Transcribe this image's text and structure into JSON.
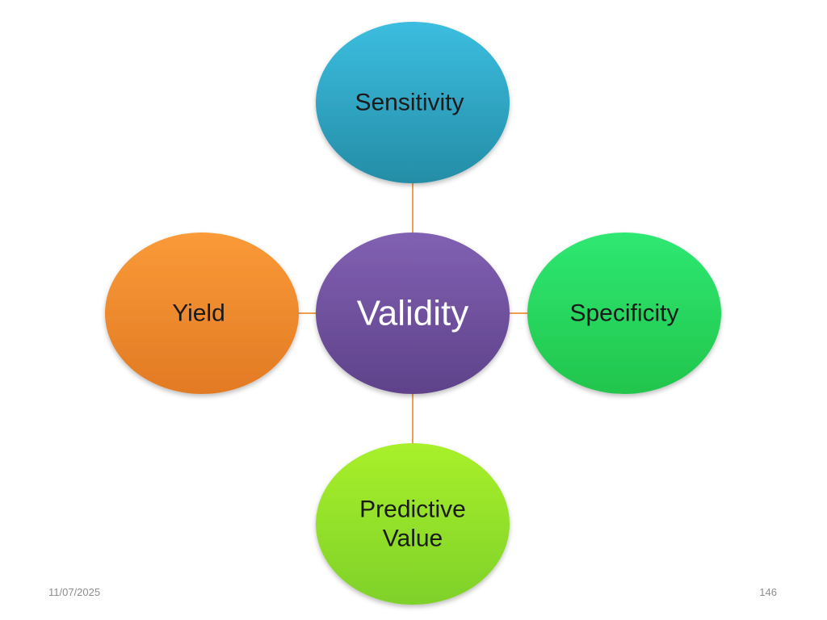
{
  "diagram": {
    "center": {
      "label": "Validity",
      "color": "#7151a0"
    },
    "nodes": [
      {
        "id": "sensitivity",
        "label": "Sensitivity",
        "color": "#2aa4c8"
      },
      {
        "id": "specificity",
        "label": "Specificity",
        "color": "#27d75c"
      },
      {
        "id": "predictive-value",
        "label_line1": "Predictive",
        "label_line2": "Value",
        "color": "#8ee42a"
      },
      {
        "id": "yield",
        "label": "Yield",
        "color": "#f08a2c"
      }
    ],
    "connector_color": "#f0a050"
  },
  "footer": {
    "date": "11/07/2025",
    "page": "146"
  }
}
